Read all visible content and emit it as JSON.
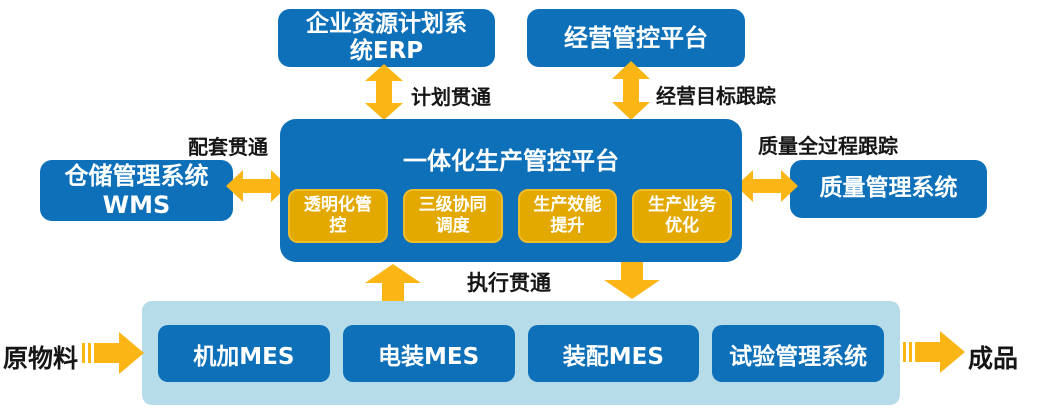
{
  "colors": {
    "box_blue": "#0D70B8",
    "module_gold": "#E3A900",
    "arrow_yellow": "#FBB515",
    "layer_light_blue": "#B7DCE9",
    "label_text": "#161616",
    "box_text": "#FFFFFF"
  },
  "top_boxes": {
    "erp": {
      "lines": [
        "企业资源计划系",
        "统ERP"
      ]
    },
    "business": {
      "label": "经营管控平台"
    }
  },
  "side_boxes": {
    "wms": {
      "lines": [
        "仓储管理系统",
        "WMS"
      ]
    },
    "qms": {
      "label": "质量管理系统"
    }
  },
  "platform": {
    "title": "一体化生产管控平台",
    "modules": [
      {
        "lines": [
          "透明化管",
          "控"
        ]
      },
      {
        "lines": [
          "三级协同",
          "调度"
        ]
      },
      {
        "lines": [
          "生产效能",
          "提升"
        ]
      },
      {
        "lines": [
          "生产业务",
          "优化"
        ]
      }
    ]
  },
  "mes_layer": {
    "systems": [
      "机加MES",
      "电装MES",
      "装配MES",
      "试验管理系统"
    ]
  },
  "labels": {
    "plan": "计划贯通",
    "target": "经营目标跟踪",
    "supply": "配套贯通",
    "quality": "质量全过程跟踪",
    "execution": "执行贯通",
    "raw_material": "原物料",
    "finished_product": "成品"
  }
}
